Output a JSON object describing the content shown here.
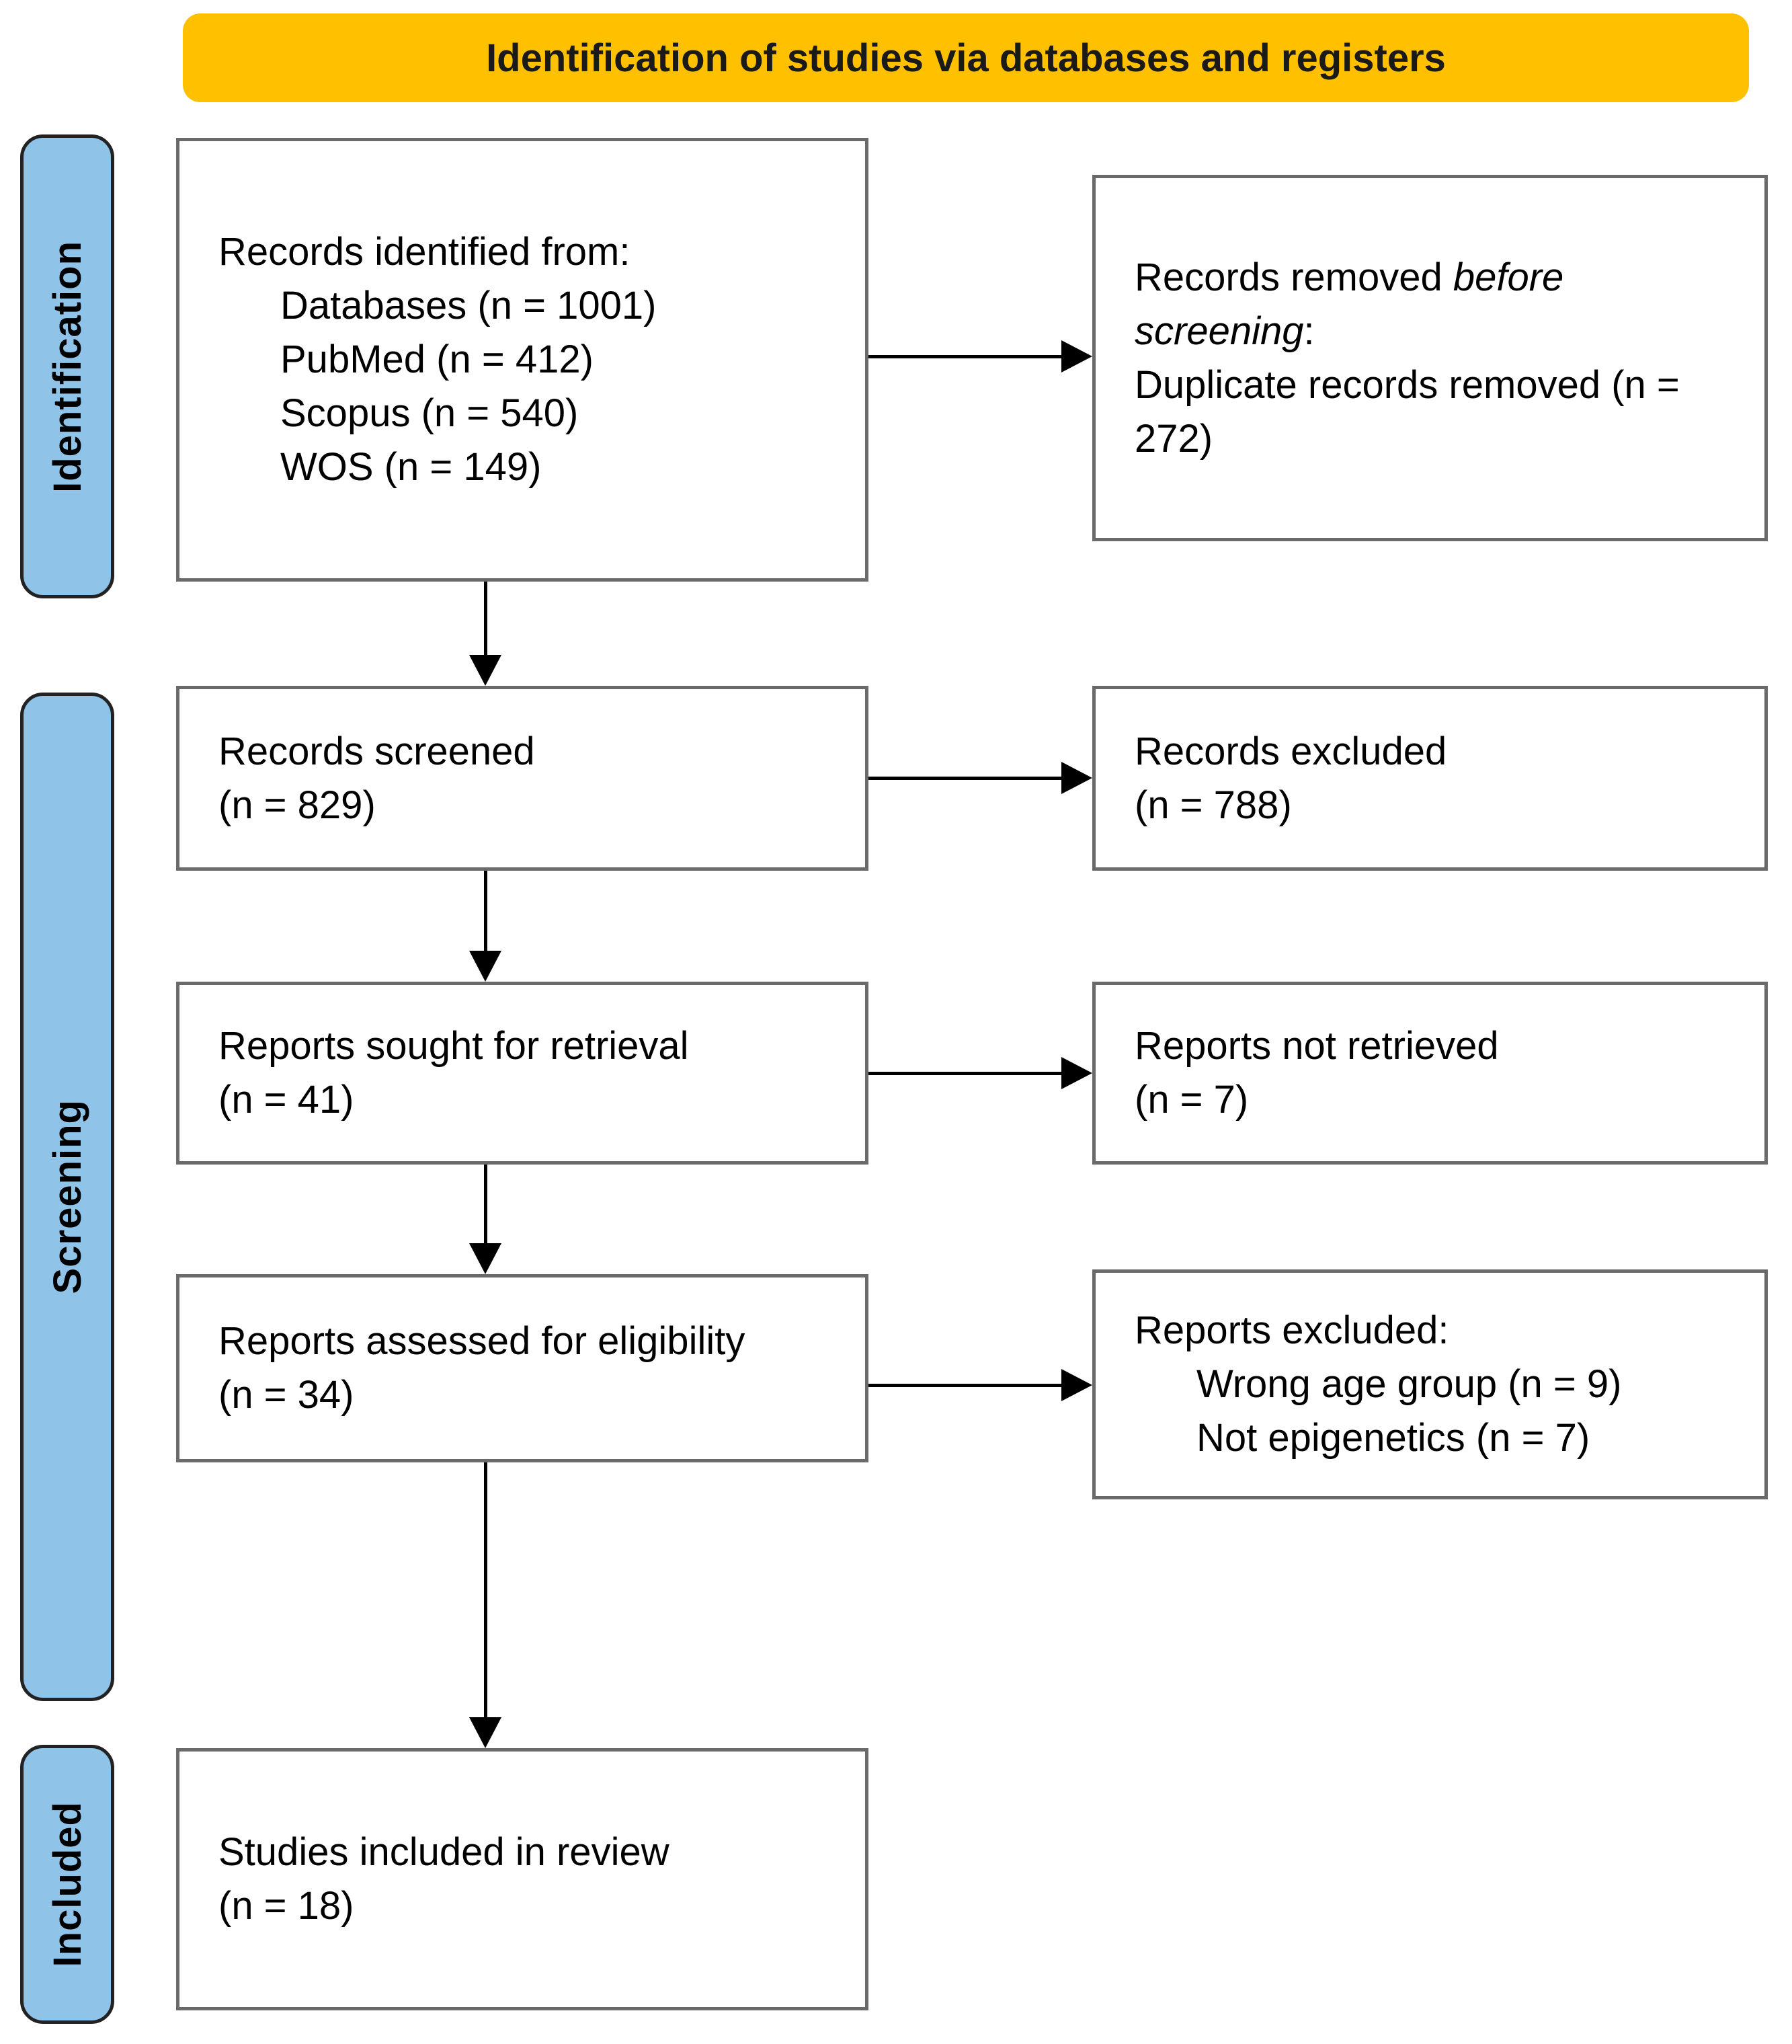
{
  "banner": {
    "label": "Identification of studies via databases and registers"
  },
  "stages": {
    "identification": "Identification",
    "screening": "Screening",
    "included": "Included"
  },
  "boxes": {
    "records_identified": {
      "title": "Records identified from:",
      "items": [
        "Databases (n = 1001)",
        "PubMed (n = 412)",
        "Scopus (n = 540)",
        "WOS (n = 149)"
      ]
    },
    "records_removed": {
      "prefix": "Records removed ",
      "italic": "before screening",
      "suffix": ":",
      "line2": "Duplicate records removed (n = 272)"
    },
    "records_screened": {
      "line1": "Records screened",
      "line2": "(n = 829)"
    },
    "records_excluded": {
      "line1": "Records excluded",
      "line2": "(n = 788)"
    },
    "reports_sought": {
      "line1": "Reports sought for retrieval",
      "line2": "(n = 41)"
    },
    "reports_not_retrieved": {
      "line1": "Reports not retrieved",
      "line2": "(n = 7)"
    },
    "reports_assessed": {
      "line1": "Reports assessed for eligibility",
      "line2": "(n = 34)"
    },
    "reports_excluded": {
      "title": "Reports excluded:",
      "items": [
        "Wrong age group (n = 9)",
        "Not epigenetics (n = 7)"
      ]
    },
    "studies_included": {
      "line1": "Studies included in review",
      "line2": "(n = 18)"
    }
  },
  "colors": {
    "banner_bg": "#FFC000",
    "stage_bg": "#8FC3E8",
    "stage_border": "#222222",
    "box_border": "#6a6a6a",
    "arrow": "#000000",
    "text": "#000000"
  }
}
